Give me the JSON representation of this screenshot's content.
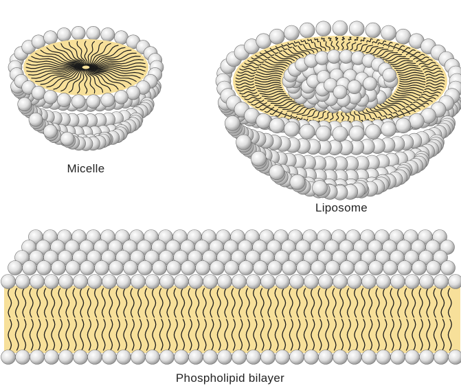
{
  "labels": {
    "micelle": "Micelle",
    "liposome": "Liposome",
    "bilayer": "Phospholipid bilayer"
  },
  "colors": {
    "hydrophobic_core": "#f7e09a",
    "lipid_tail": "#1a1a1a",
    "head_highlight": "#ffffff",
    "head_mid": "#dedede",
    "head_shadow": "#8e8e8e",
    "head_outline": "#6a6a6a"
  },
  "structures": [
    "micelle",
    "liposome",
    "phospholipid-bilayer"
  ]
}
